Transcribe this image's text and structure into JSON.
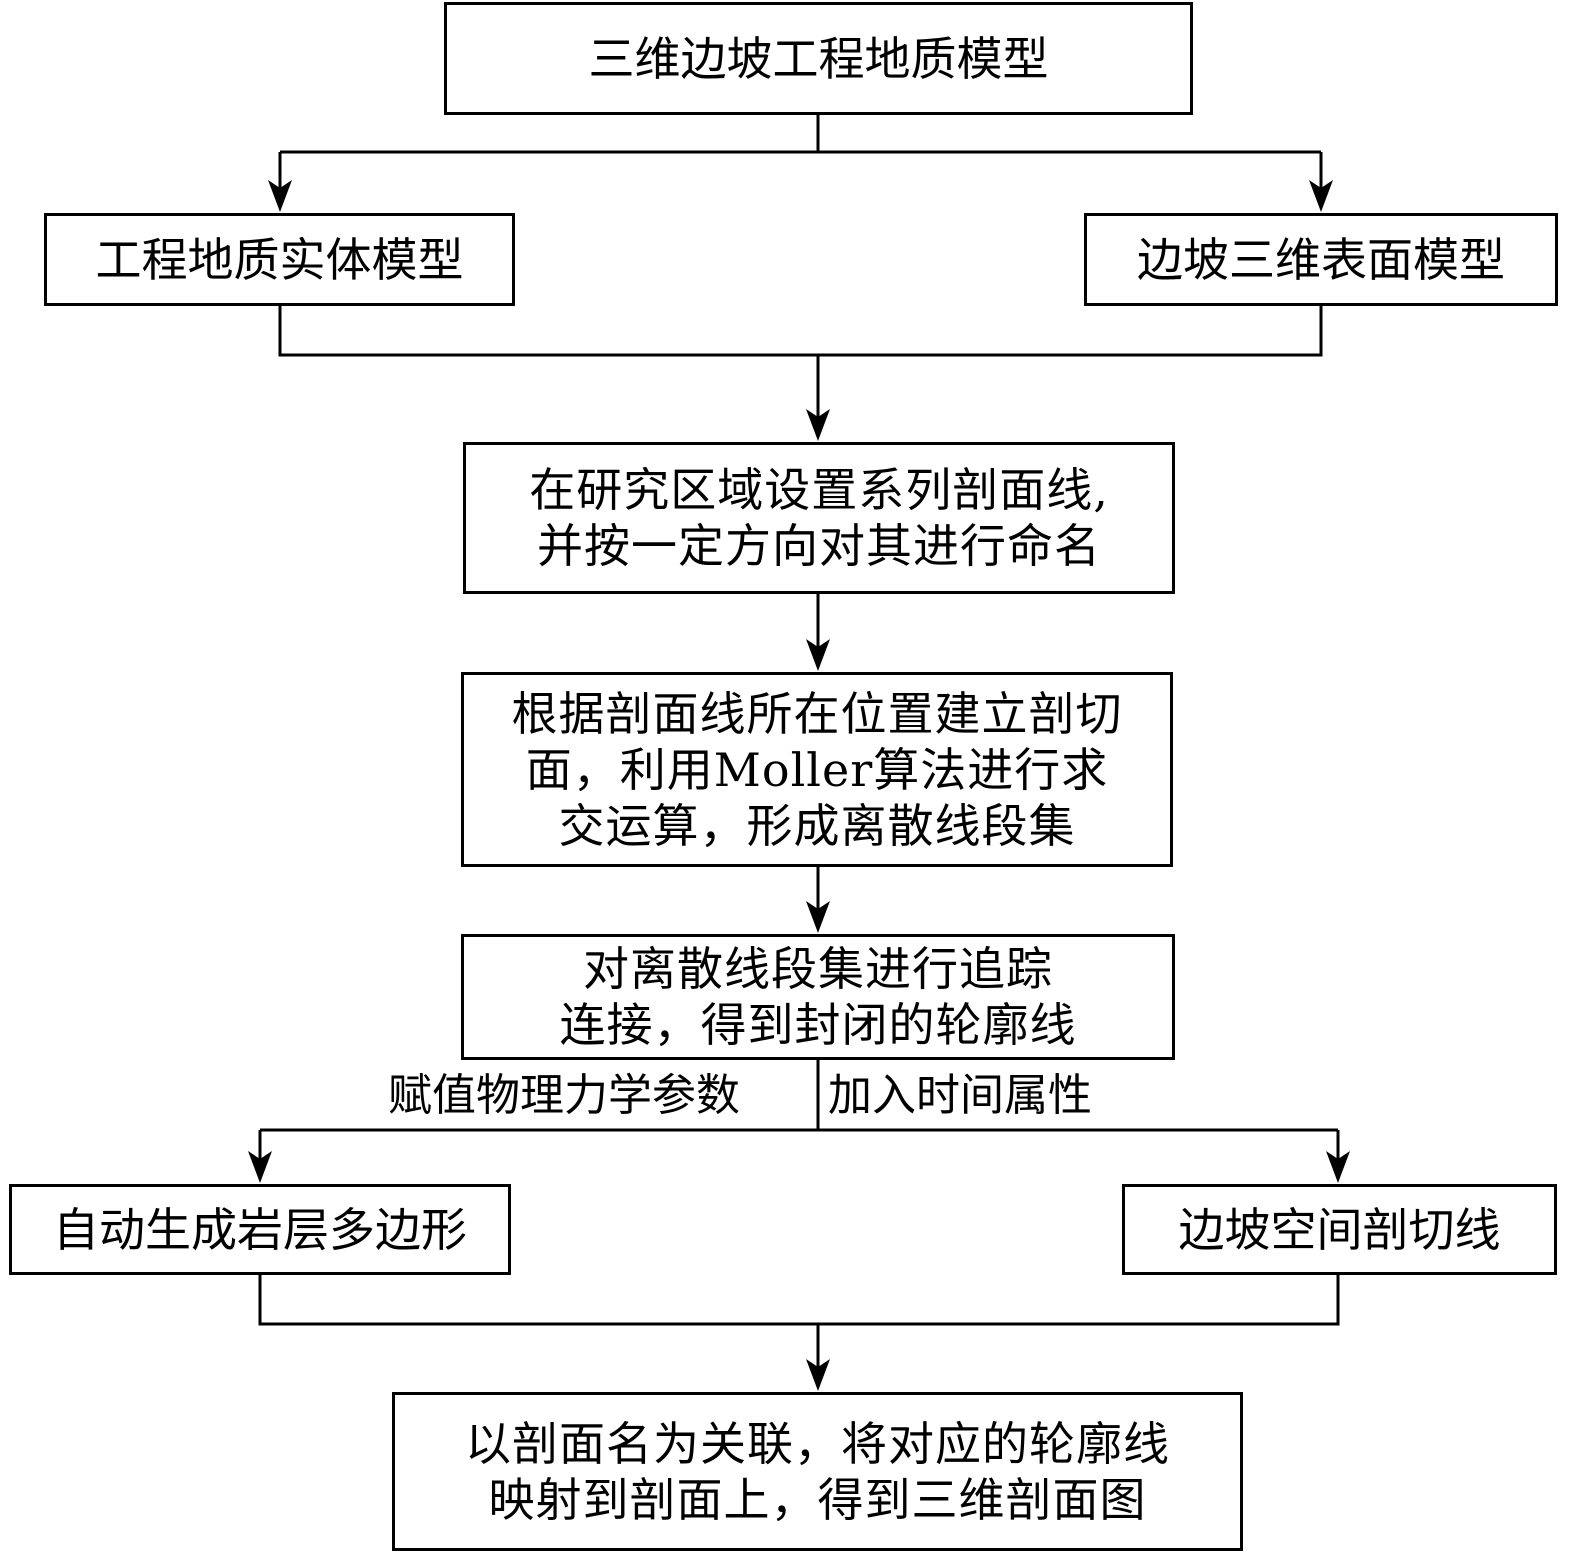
{
  "diagram": {
    "type": "flowchart",
    "line_color": "#000000",
    "nodes": {
      "top": {
        "lines": [
          "三维边坡工程地质模型"
        ]
      },
      "solid_model": {
        "lines": [
          "工程地质实体模型"
        ]
      },
      "surface_model": {
        "lines": [
          "边坡三维表面模型"
        ]
      },
      "section_lines": {
        "lines": [
          "在研究区域设置系列剖面线,",
          "并按一定方向对其进行命名"
        ]
      },
      "intersection": {
        "lines": [
          "根据剖面线所在位置建立剖切",
          "面，利用Moller算法进行求",
          "交运算，形成离散线段集"
        ]
      },
      "tracking": {
        "lines": [
          "对离散线段集进行追踪",
          "连接，得到封闭的轮廓线"
        ]
      },
      "polygons": {
        "lines": [
          "自动生成岩层多边形"
        ]
      },
      "cut_lines": {
        "lines": [
          "边坡空间剖切线"
        ]
      },
      "result": {
        "lines": [
          "以剖面名为关联，将对应的轮廓线",
          "映射到剖面上，得到三维剖面图"
        ]
      }
    },
    "edge_labels": {
      "left": "赋值物理力学参数",
      "right": "加入时间属性"
    }
  }
}
